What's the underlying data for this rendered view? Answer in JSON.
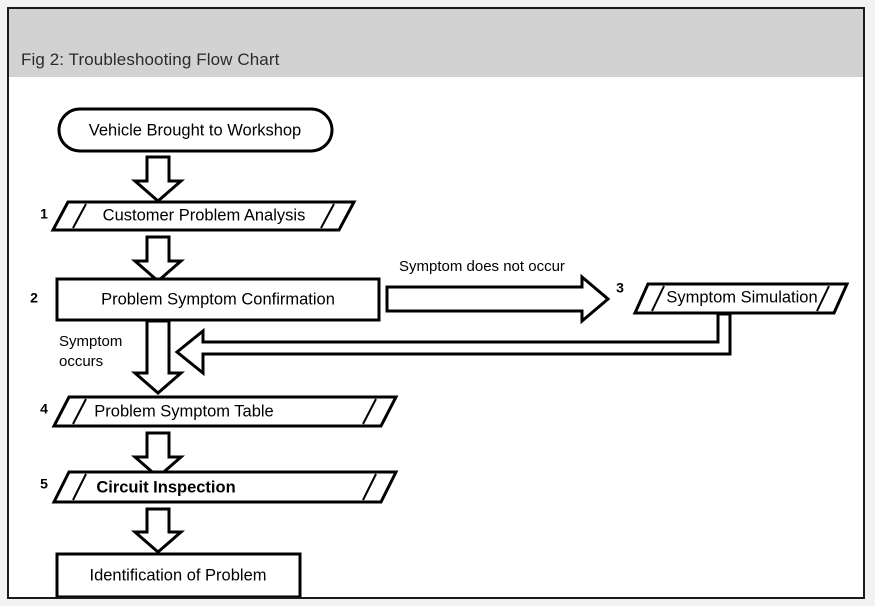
{
  "figure": {
    "caption": "Fig 2: Troubleshooting Flow Chart"
  },
  "chart_data": {
    "type": "diagram",
    "title": "Fig 2: Troubleshooting Flow Chart",
    "diagram_kind": "flowchart",
    "orientation": "top-to-bottom with right branch",
    "nodes": [
      {
        "id": "start",
        "step": "",
        "label": "Vehicle Brought to Workshop",
        "shape": "stadium",
        "bold": false
      },
      {
        "id": "n1",
        "step": "1",
        "label": "Customer Problem Analysis",
        "shape": "parallelogram",
        "bold": false
      },
      {
        "id": "n2",
        "step": "2",
        "label": "Problem Symptom Confirmation",
        "shape": "rectangle",
        "bold": false
      },
      {
        "id": "n3",
        "step": "3",
        "label": "Symptom Simulation",
        "shape": "parallelogram",
        "bold": false
      },
      {
        "id": "n4",
        "step": "4",
        "label": "Problem Symptom Table",
        "shape": "parallelogram",
        "bold": false
      },
      {
        "id": "n5",
        "step": "5",
        "label": "Circuit Inspection",
        "shape": "parallelogram",
        "bold": true
      },
      {
        "id": "n6",
        "step": "",
        "label": "Identification of Problem",
        "shape": "rectangle",
        "bold": false
      }
    ],
    "edges": [
      {
        "from": "start",
        "to": "n1",
        "label": "",
        "direction": "down"
      },
      {
        "from": "n1",
        "to": "n2",
        "label": "",
        "direction": "down"
      },
      {
        "from": "n2",
        "to": "n3",
        "label": "Symptom does not occur",
        "direction": "right"
      },
      {
        "from": "n3",
        "to": "n2",
        "label": "",
        "direction": "feedback-left"
      },
      {
        "from": "n2",
        "to": "n4",
        "label": "Symptom occurs",
        "direction": "down"
      },
      {
        "from": "n4",
        "to": "n5",
        "label": "",
        "direction": "down"
      },
      {
        "from": "n5",
        "to": "n6",
        "label": "",
        "direction": "down"
      },
      {
        "from": "n6",
        "to": "",
        "label": "",
        "direction": "down-cropped"
      }
    ],
    "labels": {
      "symptom_not_occur": "Symptom does not occur",
      "symptom_occurs_line1": "Symptom",
      "symptom_occurs_line2": "occurs"
    },
    "colors": {
      "stroke": "#000000",
      "fill": "#ffffff",
      "caption_bar": "#d2d2d2",
      "caption_text": "#2b2b2b",
      "page_background": "#f2f2f2"
    }
  }
}
